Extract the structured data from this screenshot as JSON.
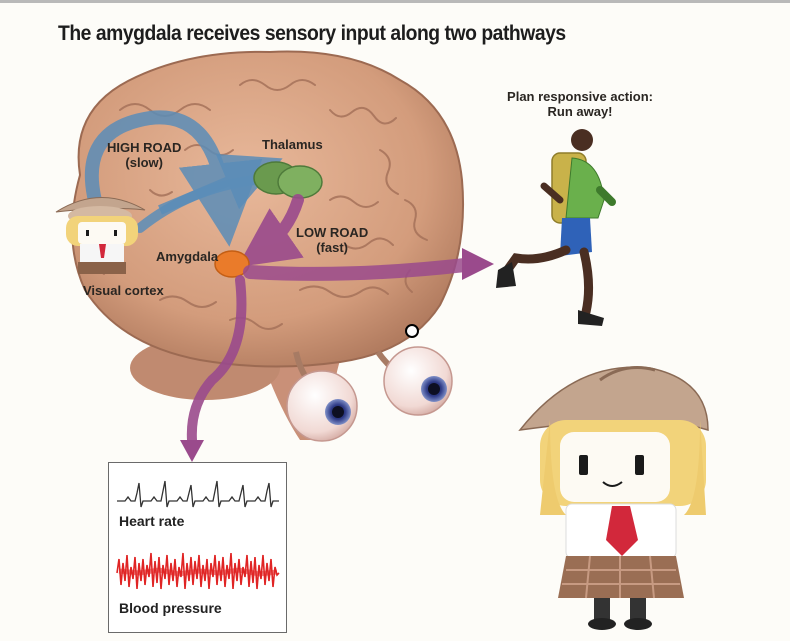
{
  "title": "The amygdala receives sensory input along two pathways",
  "labels": {
    "high_road": [
      "HIGH ROAD",
      "(slow)"
    ],
    "thalamus": "Thalamus",
    "low_road": [
      "LOW ROAD",
      "(fast)"
    ],
    "amygdala": "Amygdala",
    "visual_cortex": "Visual cortex",
    "plan_action": [
      "Plan responsive action:",
      "Run away!"
    ]
  },
  "panel": {
    "heart_rate": "Heart rate",
    "blood_pressure": "Blood pressure"
  },
  "colors": {
    "brain": "#d6a385",
    "brain_dark": "#b07a5e",
    "high_road_arrow": "#5b8db8",
    "low_road_arrow": "#9a4a8c",
    "thalamus": "#6a9a4e",
    "amygdala": "#ea7b2a",
    "blood_pressure": "#e02424"
  }
}
